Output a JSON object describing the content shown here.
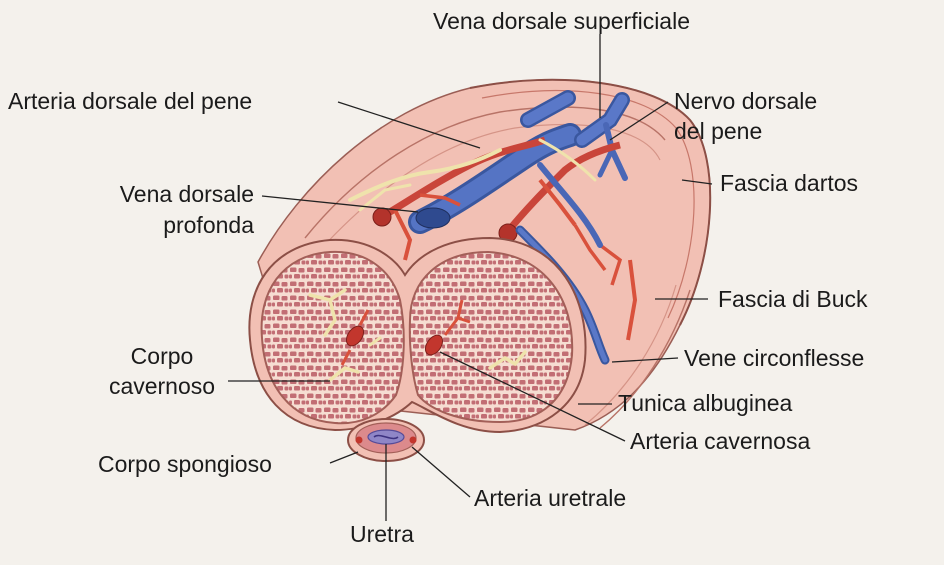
{
  "labels": {
    "vena_dorsale_superficiale": "Vena dorsale superficiale",
    "arteria_dorsale_del_pene": "Arteria dorsale del pene",
    "nervo_dorsale_line1": "Nervo dorsale",
    "nervo_dorsale_line2": "del pene",
    "fascia_dartos": "Fascia dartos",
    "vena_dorsale_profonda_line1": "Vena dorsale",
    "vena_dorsale_profonda_line2": "profonda",
    "fascia_di_buck": "Fascia di Buck",
    "corpo_cavernoso_line1": "Corpo",
    "corpo_cavernoso_line2": "cavernoso",
    "vene_circonflesse": "Vene circonflesse",
    "tunica_albuginea": "Tunica albuginea",
    "arteria_cavernosa": "Arteria cavernosa",
    "corpo_spongioso": "Corpo spongioso",
    "arteria_uretrale": "Arteria uretrale",
    "uretra": "Uretra"
  },
  "colors": {
    "skin": "#f2c0b4",
    "tissue": "#f6ddd2",
    "sinus": "#c26e74",
    "artery": "#d9513c",
    "vein": "#4a67b6",
    "nerve": "#efe3ac"
  }
}
